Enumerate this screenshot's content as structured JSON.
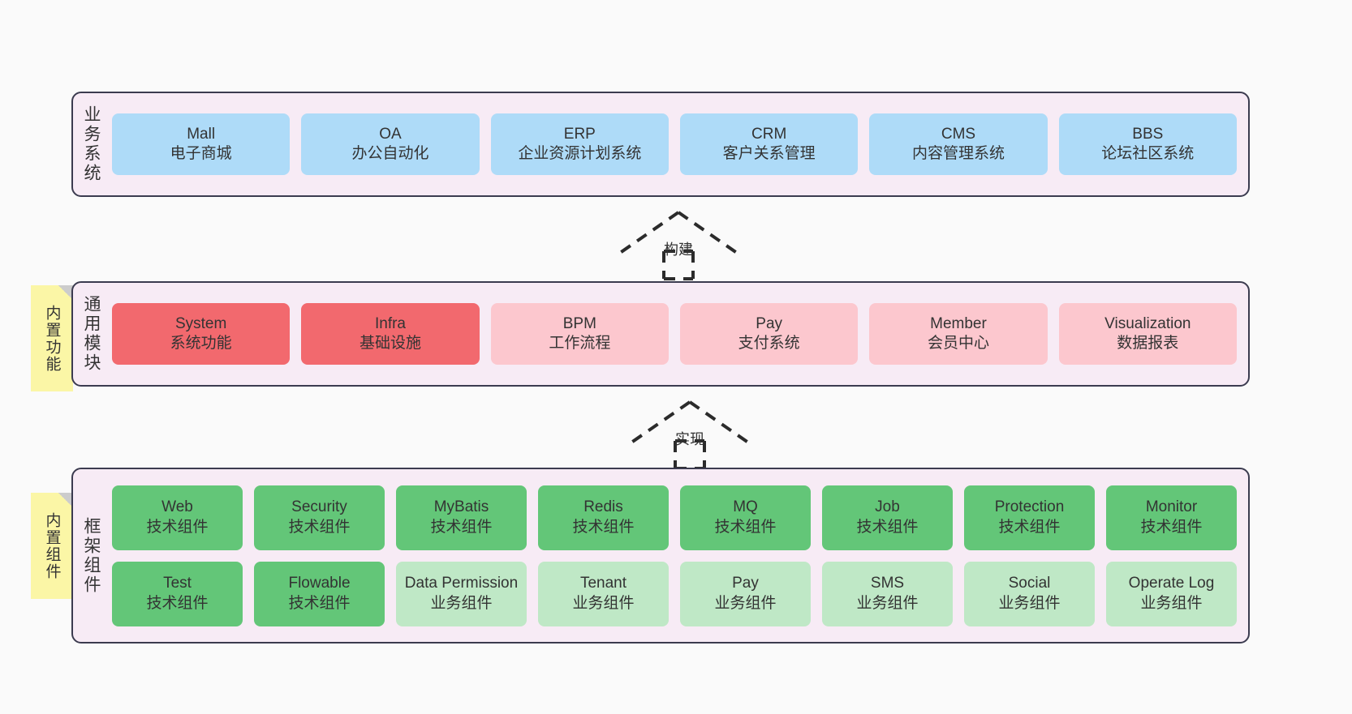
{
  "diagram": {
    "background_color": "#fafafa",
    "layer_bg_color": "#f7ebf5",
    "layer_border_color": "#3b3b4f",
    "note_color": "#fbf6a6",
    "colors": {
      "business": "#aedbf8",
      "module_core": "#f2696e",
      "module_optional": "#fcc7ce",
      "component_tech": "#63c678",
      "component_business": "#bfe8c6"
    }
  },
  "notes": [
    {
      "id": "builtin-function",
      "label": "内置功能"
    },
    {
      "id": "builtin-component",
      "label": "内置组件"
    }
  ],
  "arrows": [
    {
      "id": "build",
      "label": "构建",
      "style": "dashed-hollow-up-arrow"
    },
    {
      "id": "impl",
      "label": "实现",
      "style": "dashed-hollow-up-arrow"
    }
  ],
  "layers": [
    {
      "id": "business",
      "title": "业务系统",
      "rows": [
        {
          "cards": [
            {
              "name": "Mall",
              "desc": "电子商城",
              "color": "blue"
            },
            {
              "name": "OA",
              "desc": "办公自动化",
              "color": "blue"
            },
            {
              "name": "ERP",
              "desc": "企业资源计划系统",
              "color": "blue"
            },
            {
              "name": "CRM",
              "desc": "客户关系管理",
              "color": "blue"
            },
            {
              "name": "CMS",
              "desc": "内容管理系统",
              "color": "blue"
            },
            {
              "name": "BBS",
              "desc": "论坛社区系统",
              "color": "blue"
            }
          ]
        }
      ]
    },
    {
      "id": "modules",
      "title": "通用模块",
      "rows": [
        {
          "cards": [
            {
              "name": "System",
              "desc": "系统功能",
              "color": "red"
            },
            {
              "name": "Infra",
              "desc": "基础设施",
              "color": "red"
            },
            {
              "name": "BPM",
              "desc": "工作流程",
              "color": "pink"
            },
            {
              "name": "Pay",
              "desc": "支付系统",
              "color": "pink"
            },
            {
              "name": "Member",
              "desc": "会员中心",
              "color": "pink"
            },
            {
              "name": "Visualization",
              "desc": "数据报表",
              "color": "pink"
            }
          ]
        }
      ]
    },
    {
      "id": "framework",
      "title": "框架组件",
      "rows": [
        {
          "cards": [
            {
              "name": "Web",
              "desc": "技术组件",
              "color": "green"
            },
            {
              "name": "Security",
              "desc": "技术组件",
              "color": "green"
            },
            {
              "name": "MyBatis",
              "desc": "技术组件",
              "color": "green"
            },
            {
              "name": "Redis",
              "desc": "技术组件",
              "color": "green"
            },
            {
              "name": "MQ",
              "desc": "技术组件",
              "color": "green"
            },
            {
              "name": "Job",
              "desc": "技术组件",
              "color": "green"
            },
            {
              "name": "Protection",
              "desc": "技术组件",
              "color": "green"
            },
            {
              "name": "Monitor",
              "desc": "技术组件",
              "color": "green"
            }
          ]
        },
        {
          "cards": [
            {
              "name": "Test",
              "desc": "技术组件",
              "color": "green"
            },
            {
              "name": "Flowable",
              "desc": "技术组件",
              "color": "green"
            },
            {
              "name": "Data Permission",
              "desc": "业务组件",
              "color": "lightgreen"
            },
            {
              "name": "Tenant",
              "desc": "业务组件",
              "color": "lightgreen"
            },
            {
              "name": "Pay",
              "desc": "业务组件",
              "color": "lightgreen"
            },
            {
              "name": "SMS",
              "desc": "业务组件",
              "color": "lightgreen"
            },
            {
              "name": "Social",
              "desc": "业务组件",
              "color": "lightgreen"
            },
            {
              "name": "Operate Log",
              "desc": "业务组件",
              "color": "lightgreen"
            }
          ]
        }
      ]
    }
  ]
}
